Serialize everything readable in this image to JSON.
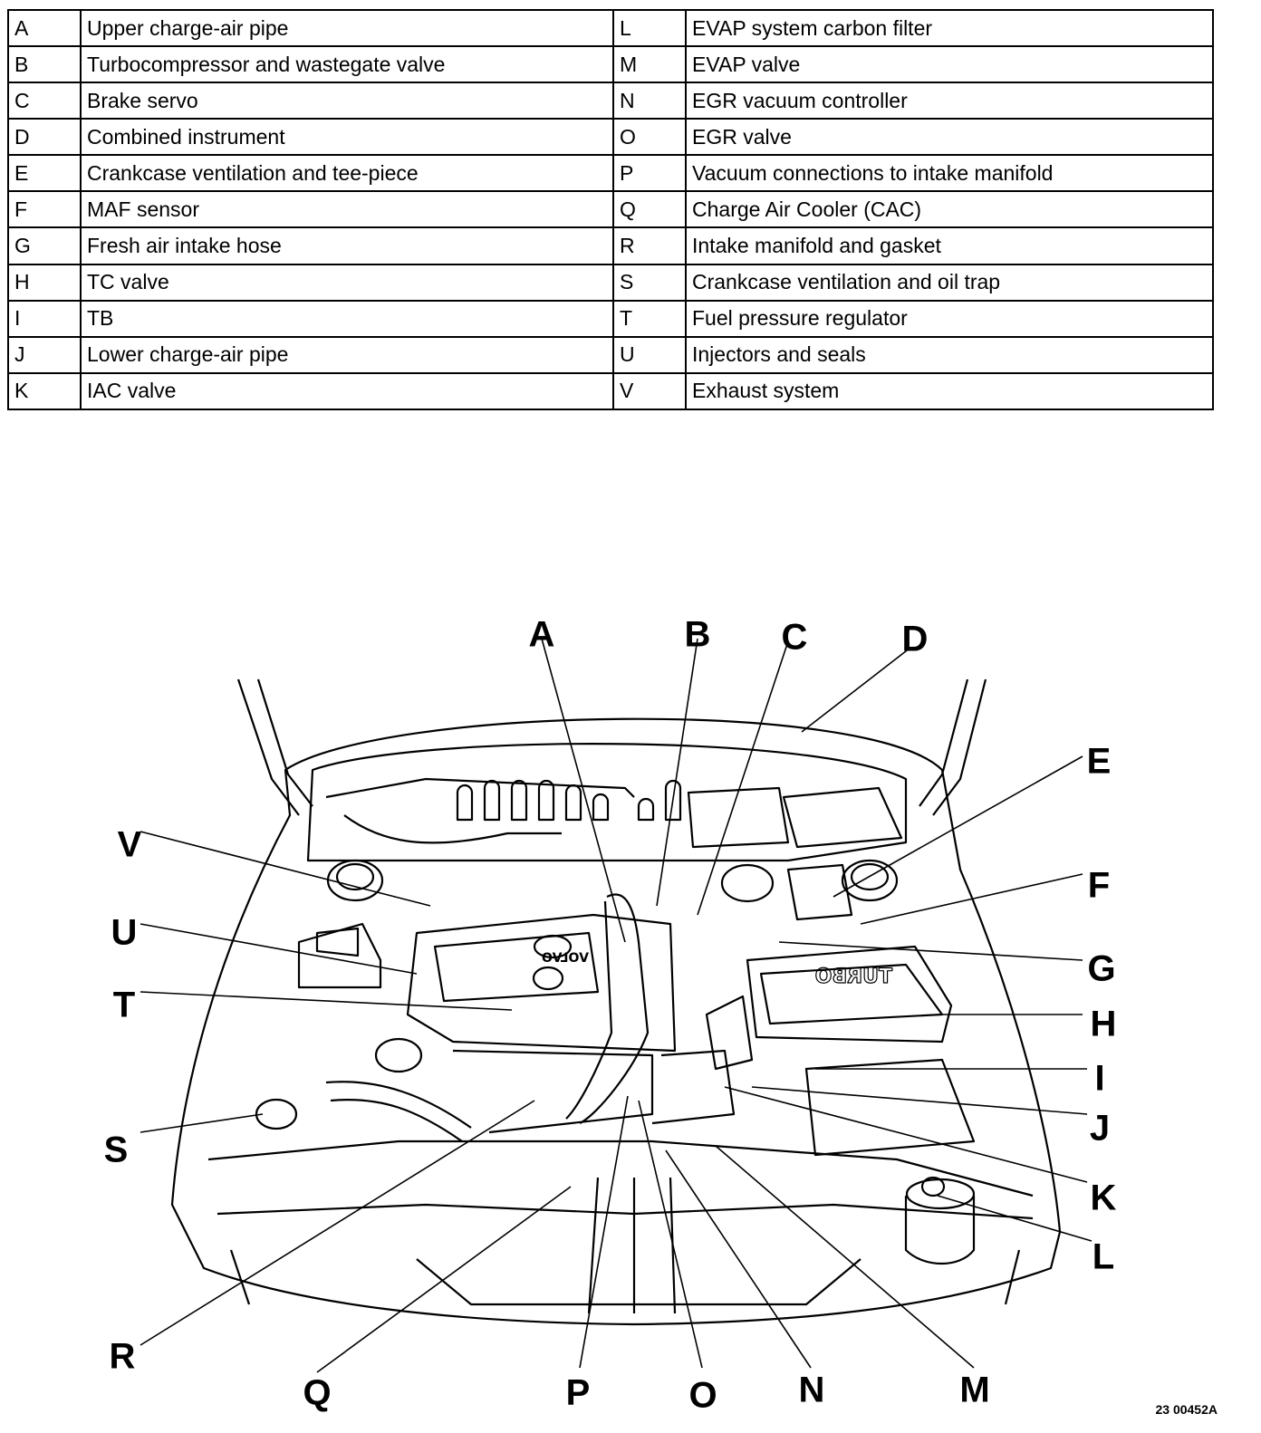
{
  "legend": [
    {
      "left_letter": "A",
      "left_desc": "Upper charge-air pipe",
      "right_letter": "L",
      "right_desc": "EVAP system carbon filter"
    },
    {
      "left_letter": "B",
      "left_desc": "Turbocompressor and wastegate valve",
      "right_letter": "M",
      "right_desc": "EVAP valve"
    },
    {
      "left_letter": "C",
      "left_desc": "Brake servo",
      "right_letter": "N",
      "right_desc": "EGR vacuum controller"
    },
    {
      "left_letter": "D",
      "left_desc": "Combined instrument",
      "right_letter": "O",
      "right_desc": "EGR valve"
    },
    {
      "left_letter": "E",
      "left_desc": "Crankcase ventilation and tee-piece",
      "right_letter": "P",
      "right_desc": "Vacuum connections to intake manifold"
    },
    {
      "left_letter": "F",
      "left_desc": "MAF sensor",
      "right_letter": "Q",
      "right_desc": "Charge Air Cooler (CAC)"
    },
    {
      "left_letter": "G",
      "left_desc": "Fresh air intake hose",
      "right_letter": "R",
      "right_desc": "Intake manifold and gasket"
    },
    {
      "left_letter": "H",
      "left_desc": "TC valve",
      "right_letter": "S",
      "right_desc": "Crankcase ventilation and oil trap"
    },
    {
      "left_letter": "I",
      "left_desc": "TB",
      "right_letter": "T",
      "right_desc": "Fuel pressure regulator"
    },
    {
      "left_letter": "J",
      "left_desc": "Lower charge-air pipe",
      "right_letter": "U",
      "right_desc": "Injectors and seals"
    },
    {
      "left_letter": "K",
      "left_desc": "IAC valve",
      "right_letter": "V",
      "right_desc": "Exhaust system"
    }
  ],
  "callouts": [
    "A",
    "B",
    "C",
    "D",
    "E",
    "F",
    "G",
    "H",
    "I",
    "J",
    "K",
    "L",
    "M",
    "N",
    "O",
    "P",
    "Q",
    "R",
    "S",
    "T",
    "U",
    "V"
  ],
  "engine_cover_text": "VOLVO",
  "intercooler_text": "TURBO",
  "figure_ref": "23 00452A"
}
